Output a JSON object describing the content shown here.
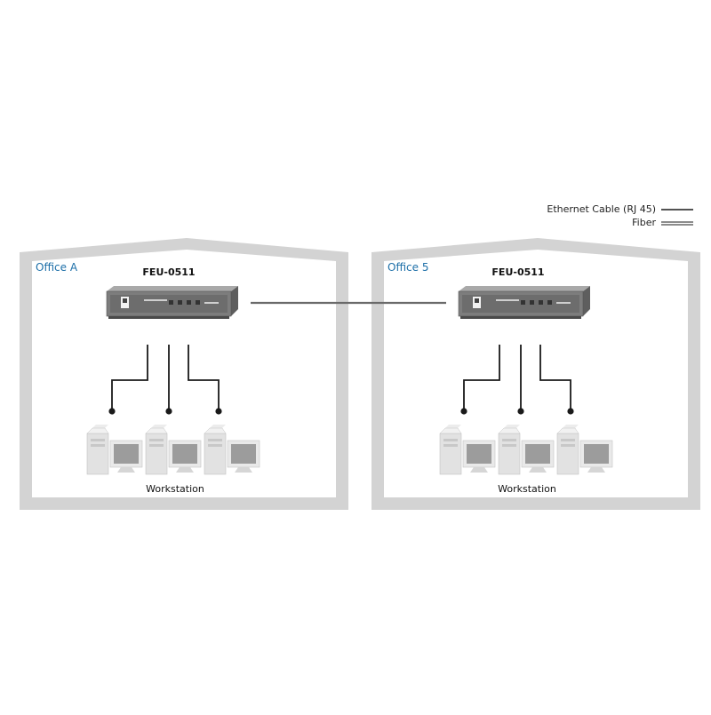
{
  "legend": {
    "ethernet_label": "Ethernet Cable (RJ 45)",
    "fiber_label": "Fiber"
  },
  "offices": [
    {
      "name": "Office A",
      "device": "FEU-0511",
      "workstation_label": "Workstation"
    },
    {
      "name": "Office 5",
      "device": "FEU-0511",
      "workstation_label": "Workstation"
    }
  ],
  "colors": {
    "building_frame": "#d3d3d3",
    "office_label": "#1d6fa8",
    "fiber_line": "#6a6a6a",
    "cable_line": "#1a1a1a",
    "switch_body": "#7d7d7d"
  },
  "icons": {
    "switch": "network-switch-icon",
    "computer": "desktop-computer-icon"
  }
}
